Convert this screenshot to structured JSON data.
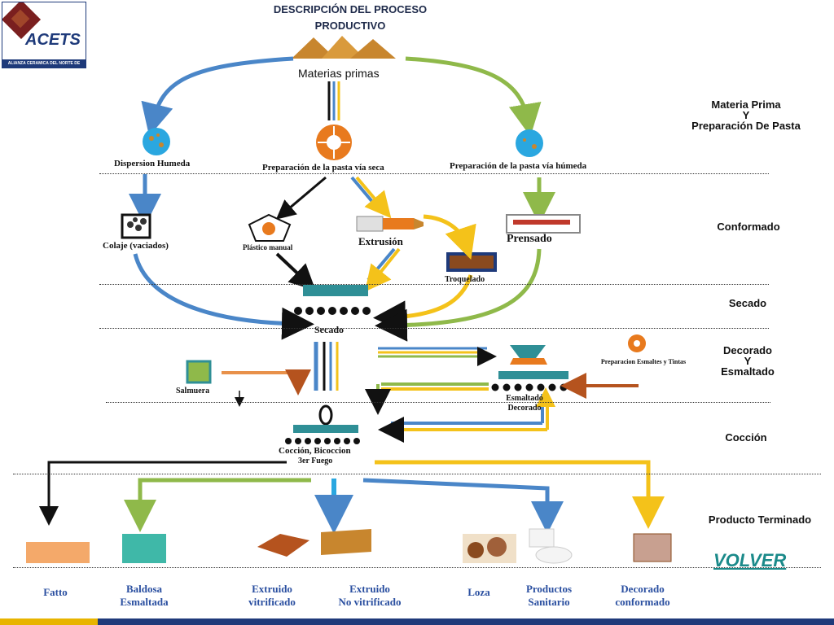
{
  "title": {
    "line1": "DESCRIPCIÓN DEL PROCESO",
    "line2": "PRODUCTIVO"
  },
  "logo": {
    "text": "ACETS",
    "caption": "ALIANZA CERAMICA DEL NORTE DE SANTANDER"
  },
  "stages": [
    {
      "label": "Materia Prima\nY\nPreparación De Pasta"
    },
    {
      "label": "Conformado"
    },
    {
      "label": "Secado"
    },
    {
      "label": "Decorado\nY\nEsmaltado"
    },
    {
      "label": "Cocción"
    },
    {
      "label": "Producto Terminado"
    }
  ],
  "nodes": {
    "materias_primas": "Materias primas",
    "dispersion": "Dispersion Humeda",
    "via_seca": "Preparación de la pasta vía seca",
    "via_humeda": "Preparación de la pasta vía húmeda",
    "colaje": "Colaje (vaciados)",
    "plastico": "Plástico manual",
    "extrusion": "Extrusión",
    "prensado": "Prensado",
    "troquelado": "Troquelado",
    "secado": "Secado",
    "salmuera": "Salmuera",
    "prep_esmaltes": "Preparacion Esmaltes y Tintas",
    "esmaltado": "Esmaltado Decorado",
    "coccion": "Cocción, Bicoccion",
    "tercer_fuego": "3er Fuego",
    "marker": "0"
  },
  "products": [
    {
      "label": "Fatto"
    },
    {
      "label": "Baldosa\nEsmaltada"
    },
    {
      "label": "Extruido\nvitrificado"
    },
    {
      "label": "Extruido\nNo vitrificado"
    },
    {
      "label": "Loza"
    },
    {
      "label": "Productos\nSanitario"
    },
    {
      "label": "Decorado\nconformado"
    }
  ],
  "volver": "VOLVER",
  "colors": {
    "blue": "#4a86c8",
    "green": "#8fb94a",
    "yellow": "#f4c21a",
    "black": "#111111",
    "brown": "#b5531e",
    "teal": "#2f8f96"
  }
}
